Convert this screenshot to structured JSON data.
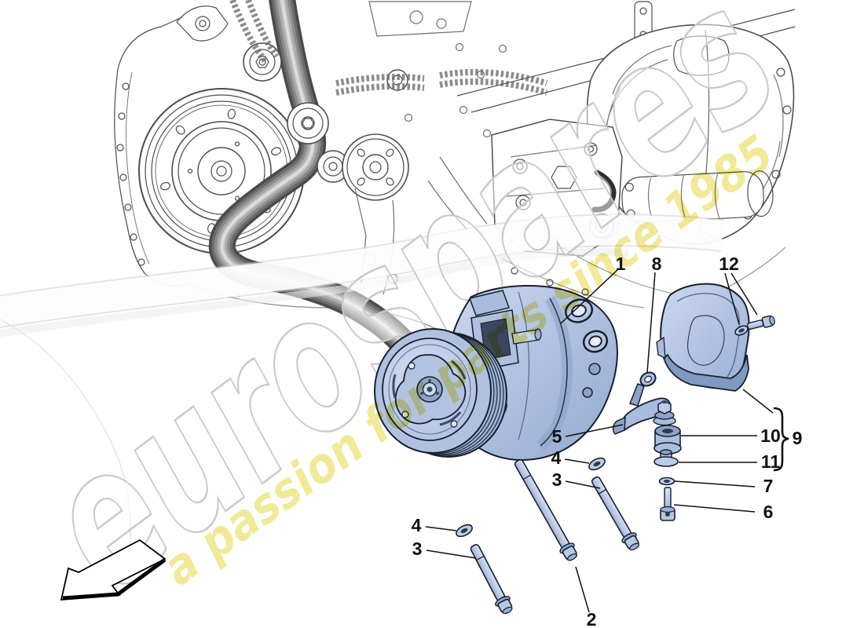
{
  "watermark": {
    "brand": "eurospares",
    "tagline": "a passion for parts since 1985",
    "brand_fill": "rgba(255,255,255,0.52)",
    "brand_stroke": "#c9c9c9",
    "tagline_fill": "#efe98f"
  },
  "colors": {
    "part_fill": "#b7c7e4",
    "part_fill_dark": "#8fa3c8",
    "part_outline": "#16202e",
    "line_art": "#4d4d4d",
    "callout_text": "#111111"
  },
  "callouts": {
    "c1": "1",
    "c2": "2",
    "c3_upper": "3",
    "c3_lower": "3",
    "c4_upper": "4",
    "c4_lower": "4",
    "c5": "5",
    "c6": "6",
    "c7": "7",
    "c8": "8",
    "c9": "9",
    "c10": "10",
    "c11": "11",
    "c12": "12"
  }
}
